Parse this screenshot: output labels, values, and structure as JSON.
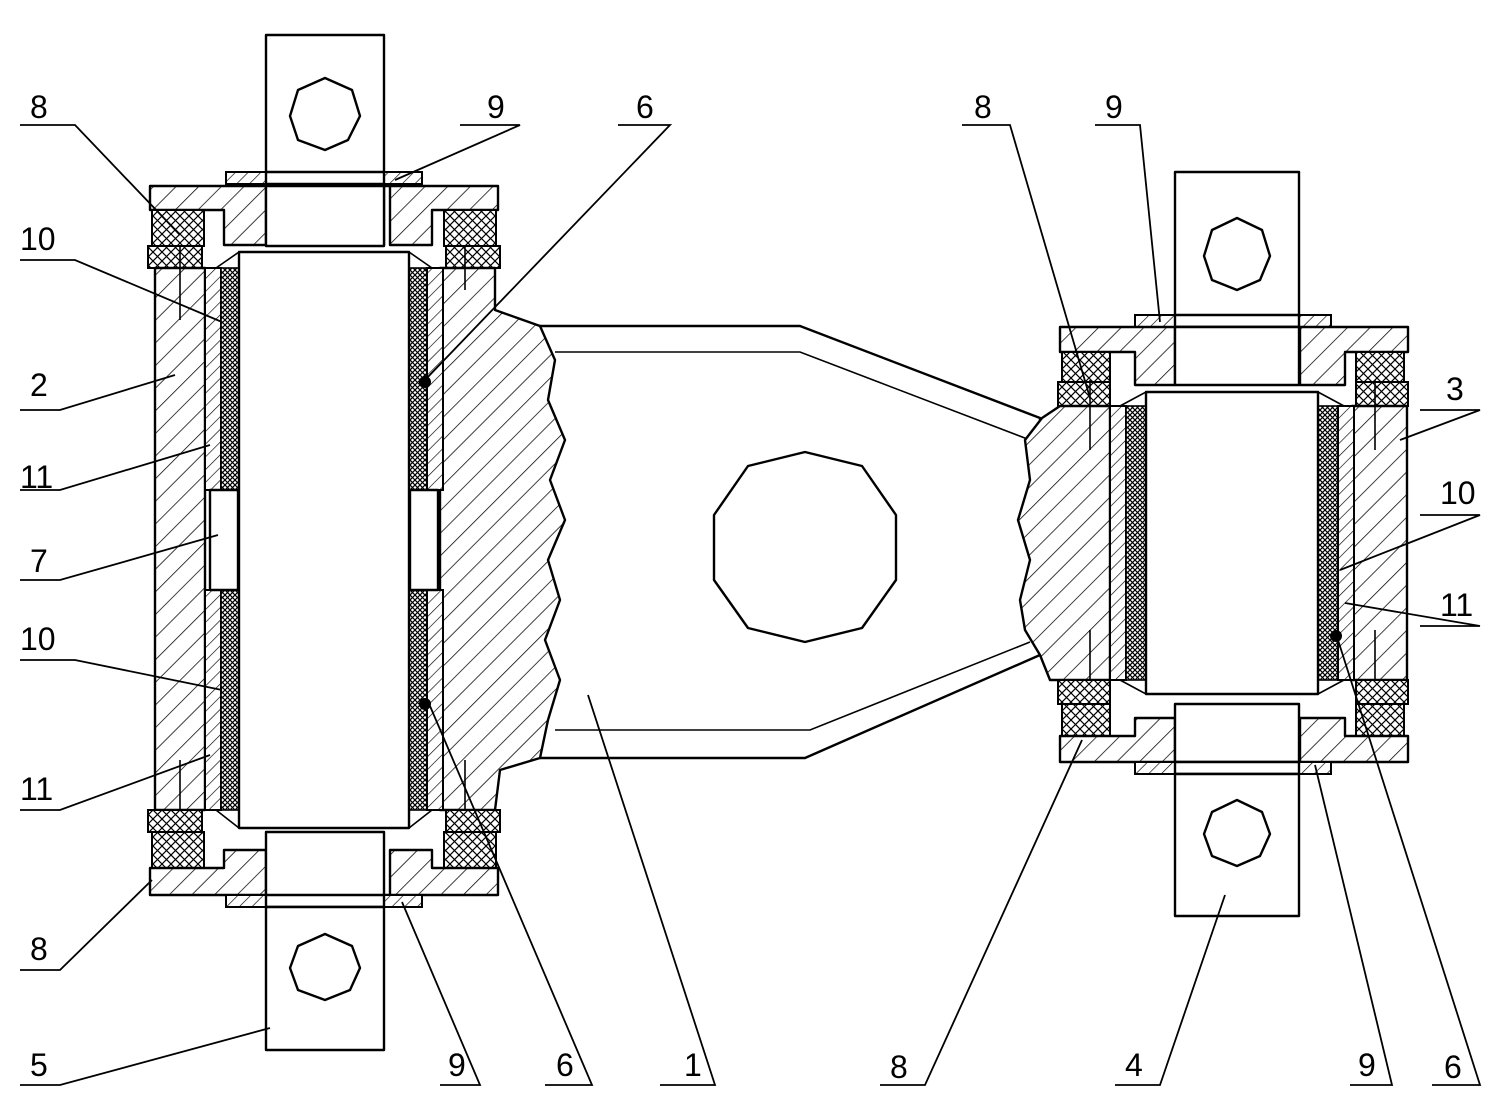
{
  "labels": {
    "l8_top_left": "8",
    "l9_top_left": "9",
    "l6_top_left": "6",
    "l10_upper_left": "10",
    "l2": "2",
    "l11_upper_left": "11",
    "l7": "7",
    "l10_lower_left": "10",
    "l11_lower_left": "11",
    "l8_bottom_left": "8",
    "l5": "5",
    "l9_bottom_left": "9",
    "l6_bottom_left": "6",
    "l1": "1",
    "l8_top_right": "8",
    "l9_top_right": "9",
    "l3": "3",
    "l10_right": "10",
    "l11_right": "11",
    "l8_bottom_right": "8",
    "l4": "4",
    "l9_bottom_right": "9",
    "l6_bottom_right": "6"
  },
  "colors": {
    "line": "#000000",
    "background": "#ffffff"
  }
}
